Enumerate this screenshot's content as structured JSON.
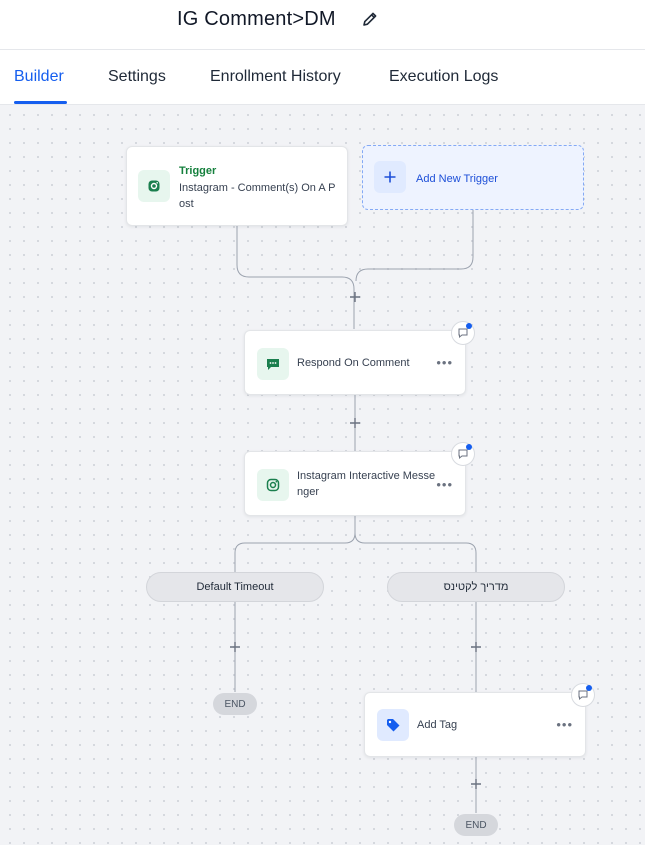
{
  "header": {
    "title": "IG Comment>DM"
  },
  "tabs": [
    {
      "label": "Builder",
      "active": true
    },
    {
      "label": "Settings",
      "active": false
    },
    {
      "label": "Enrollment History",
      "active": false
    },
    {
      "label": "Execution Logs",
      "active": false
    }
  ],
  "trigger": {
    "title": "Trigger",
    "line1": "Instagram - Comment(s) On A P",
    "line2": "ost",
    "icon": "instagram-icon"
  },
  "add_trigger": {
    "label": "Add New Trigger",
    "icon": "plus-icon"
  },
  "actions": [
    {
      "label": "Respond On Comment",
      "icon": "chat-bubble-icon"
    },
    {
      "label_line1": "Instagram Interactive Messe",
      "label_line2": "nger",
      "icon": "instagram-icon"
    },
    {
      "label": "Add Tag",
      "icon": "tag-icon"
    }
  ],
  "branches": [
    {
      "label": "Default Timeout"
    },
    {
      "label": "מדריך לקטינס"
    }
  ],
  "end_label": "END",
  "colors": {
    "accent": "#155eef",
    "trigger_green": "#15803d",
    "icon_green": "#1a7f4e",
    "canvas_bg": "#f2f3f6"
  }
}
